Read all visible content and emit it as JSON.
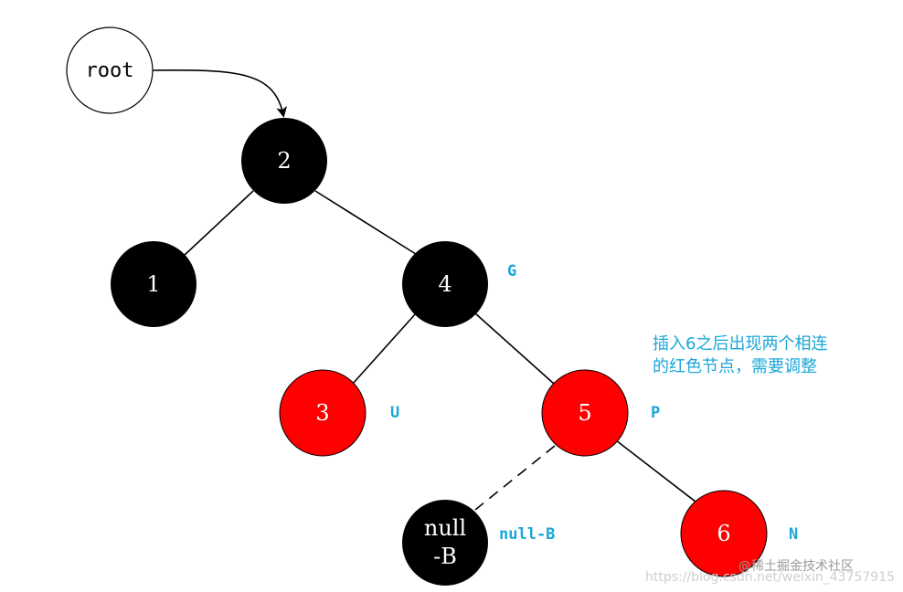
{
  "colors": {
    "black_node": "#000000",
    "red_node": "#ff0000",
    "edge": "#000000",
    "tag": "#1aa7d8",
    "root_fill": "#ffffff"
  },
  "root": {
    "label": "root"
  },
  "nodes": {
    "n2": {
      "label": "2",
      "color": "black"
    },
    "n1": {
      "label": "1",
      "color": "black"
    },
    "n4": {
      "label": "4",
      "color": "black"
    },
    "n3": {
      "label": "3",
      "color": "red"
    },
    "n5": {
      "label": "5",
      "color": "red"
    },
    "nnull": {
      "label_line1": "null",
      "label_line2": "-B",
      "color": "black"
    },
    "n6": {
      "label": "6",
      "color": "red"
    }
  },
  "tags": {
    "g": "G",
    "u": "U",
    "p": "P",
    "nullb": "null-B",
    "n": "N"
  },
  "note": {
    "line1": "插入6之后出现两个相连",
    "line2": "的红色节点，需要调整"
  },
  "watermark": {
    "faint": "https://blog.csdn.net/weixin_43757915",
    "main": "@稀土掘金技术社区"
  }
}
